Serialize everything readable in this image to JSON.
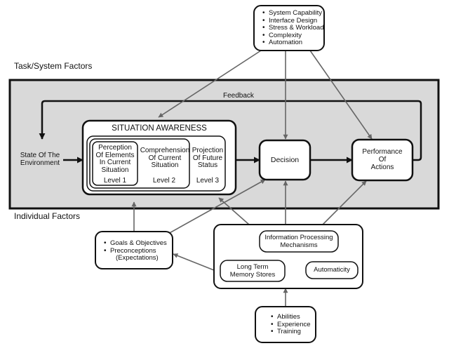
{
  "section_labels": {
    "task_system": "Task/System Factors",
    "individual": "Individual Factors"
  },
  "feedback_label": "Feedback",
  "state_env": [
    "State Of The",
    "Environment"
  ],
  "situation_awareness": {
    "title": "SITUATION AWARENESS",
    "perception": [
      "Perception",
      "Of Elements",
      "In Current",
      "Situation"
    ],
    "comprehension": [
      "Comprehension",
      "Of Current",
      "Situation"
    ],
    "projection": [
      "Projection",
      "Of Future",
      "Status"
    ],
    "levels": [
      "Level 1",
      "Level 2",
      "Level 3"
    ]
  },
  "decision": "Decision",
  "performance": [
    "Performance",
    "Of",
    "Actions"
  ],
  "system_factors": [
    "System Capability",
    "Interface Design",
    "Stress & Workload",
    "Complexity",
    "Automation"
  ],
  "goals_box": [
    "Goals & Objectives",
    "Preconceptions"
  ],
  "goals_sub": "(Expectations)",
  "info_processing": [
    "Information Processing",
    "Mechanisms"
  ],
  "long_term_memory": [
    "Long Term",
    "Memory Stores"
  ],
  "automaticity": "Automaticity",
  "abilities": [
    "Abilities",
    "Experience",
    "Training"
  ]
}
